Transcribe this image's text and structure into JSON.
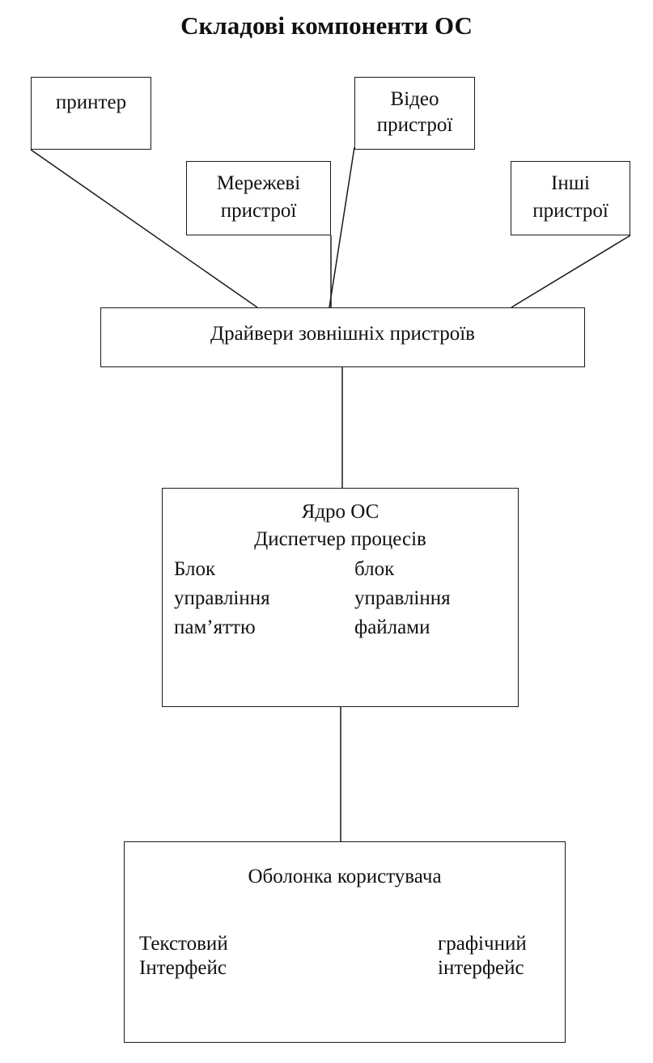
{
  "title": "Складові компоненти ОС",
  "devices": {
    "printer": "принтер",
    "video_line1": "Відео",
    "video_line2": "пристрої",
    "network_line1": "Мережеві",
    "network_line2": "пристрої",
    "other_line1": "Інші",
    "other_line2": "пристрої"
  },
  "drivers": "Драйвери зовнішніх пристроїв",
  "kernel": {
    "title": "Ядро ОС",
    "dispatcher": "Диспетчер процесів",
    "memory_block": [
      "Блок",
      "управління",
      "пам’яттю"
    ],
    "file_block": [
      "блок",
      "управління",
      "файлами"
    ]
  },
  "shell": {
    "title": "Оболонка користувача",
    "text_interface": [
      "Текстовий",
      "Інтерфейс"
    ],
    "graphic_interface": [
      "графічний",
      "інтерфейс"
    ]
  },
  "colors": {
    "line": "#1a1a1a",
    "background": "#ffffff"
  }
}
